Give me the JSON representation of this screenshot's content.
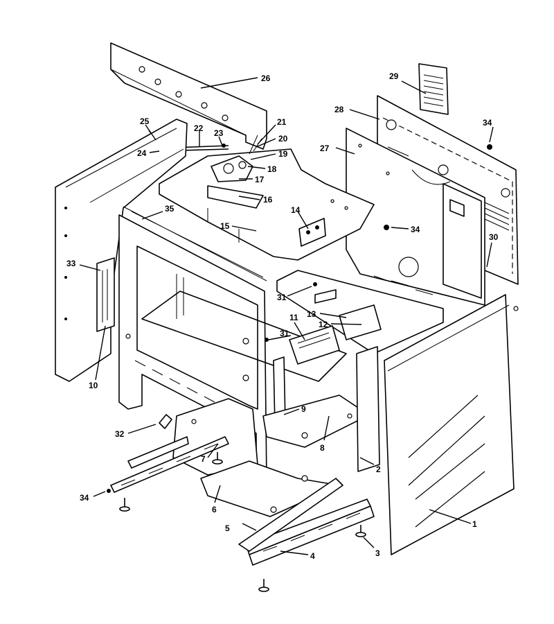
{
  "callouts": [
    {
      "label": "1"
    },
    {
      "label": "2"
    },
    {
      "label": "3"
    },
    {
      "label": "4"
    },
    {
      "label": "5"
    },
    {
      "label": "6"
    },
    {
      "label": "7"
    },
    {
      "label": "8"
    },
    {
      "label": "9"
    },
    {
      "label": "10"
    },
    {
      "label": "11"
    },
    {
      "label": "12"
    },
    {
      "label": "13"
    },
    {
      "label": "14"
    },
    {
      "label": "15"
    },
    {
      "label": "16"
    },
    {
      "label": "17"
    },
    {
      "label": "18"
    },
    {
      "label": "19"
    },
    {
      "label": "20"
    },
    {
      "label": "21"
    },
    {
      "label": "22"
    },
    {
      "label": "23"
    },
    {
      "label": "24"
    },
    {
      "label": "25"
    },
    {
      "label": "26"
    },
    {
      "label": "27"
    },
    {
      "label": "28"
    },
    {
      "label": "29"
    },
    {
      "label": "30"
    },
    {
      "label": "31"
    },
    {
      "label": "31"
    },
    {
      "label": "32"
    },
    {
      "label": "33"
    },
    {
      "label": "34"
    },
    {
      "label": "34"
    },
    {
      "label": "34"
    },
    {
      "label": "35"
    }
  ]
}
